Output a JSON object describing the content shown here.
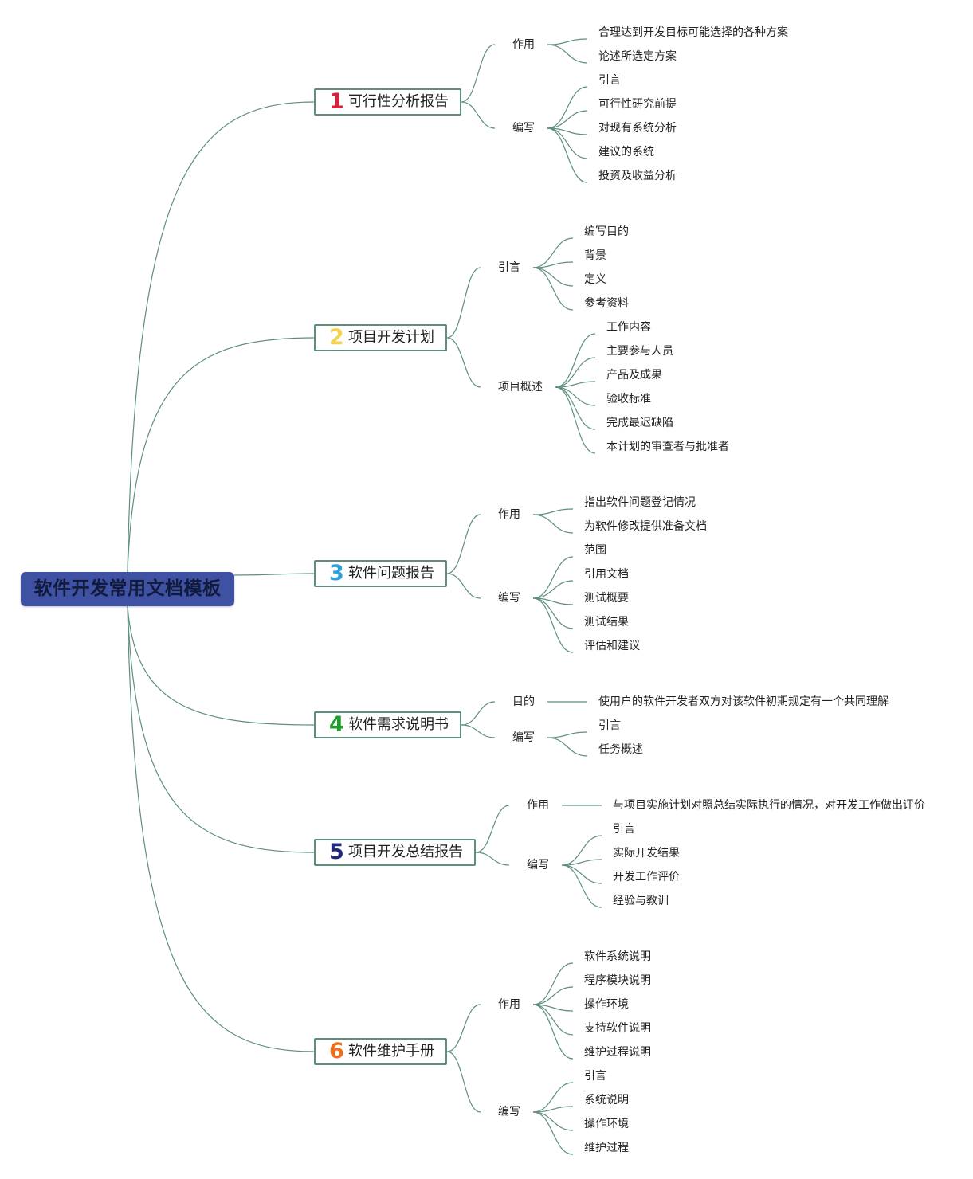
{
  "root": {
    "label": "软件开发常用文档模板"
  },
  "colors": {
    "line": "#5e8f7e",
    "root_bg": "#3f51a3",
    "n1": "#d9213a",
    "n2": "#f2d24f",
    "n3": "#2a9fdc",
    "n4": "#1e9c2c",
    "n5": "#1f2a7a",
    "n6": "#ef6c1a"
  },
  "branches": [
    {
      "num": "1",
      "label": "可行性分析报告",
      "groups": [
        {
          "label": "作用",
          "items": [
            "合理达到开发目标可能选择的各种方案",
            "论述所选定方案"
          ]
        },
        {
          "label": "编写",
          "items": [
            "引言",
            "可行性研究前提",
            "对现有系统分析",
            "建议的系统",
            "投资及收益分析"
          ]
        }
      ]
    },
    {
      "num": "2",
      "label": "项目开发计划",
      "groups": [
        {
          "label": "引言",
          "items": [
            "编写目的",
            "背景",
            "定义",
            "参考资料"
          ]
        },
        {
          "label": "项目概述",
          "items": [
            "工作内容",
            "主要参与人员",
            "产品及成果",
            "验收标准",
            "完成最迟缺陷",
            "本计划的审查者与批准者"
          ]
        }
      ]
    },
    {
      "num": "3",
      "label": "软件问题报告",
      "groups": [
        {
          "label": "作用",
          "items": [
            "指出软件问题登记情况",
            "为软件修改提供准备文档"
          ]
        },
        {
          "label": "编写",
          "items": [
            "范围",
            "引用文档",
            "测试概要",
            "测试结果",
            "评估和建议"
          ]
        }
      ]
    },
    {
      "num": "4",
      "label": "软件需求说明书",
      "groups": [
        {
          "label": "目的",
          "items": [
            "使用户的软件开发者双方对该软件初期规定有一个共同理解"
          ]
        },
        {
          "label": "编写",
          "items": [
            "引言",
            "任务概述"
          ]
        }
      ]
    },
    {
      "num": "5",
      "label": "项目开发总结报告",
      "groups": [
        {
          "label": "作用",
          "items": [
            "与项目实施计划对照总结实际执行的情况，对开发工作做出评价"
          ]
        },
        {
          "label": "编写",
          "items": [
            "引言",
            "实际开发结果",
            "开发工作评价",
            "经验与教训"
          ]
        }
      ]
    },
    {
      "num": "6",
      "label": "软件维护手册",
      "groups": [
        {
          "label": "作用",
          "items": [
            "软件系统说明",
            "程序模块说明",
            "操作环境",
            "支持软件说明",
            "维护过程说明"
          ]
        },
        {
          "label": "编写",
          "items": [
            "引言",
            "系统说明",
            "操作环境",
            "维护过程"
          ]
        }
      ]
    }
  ]
}
